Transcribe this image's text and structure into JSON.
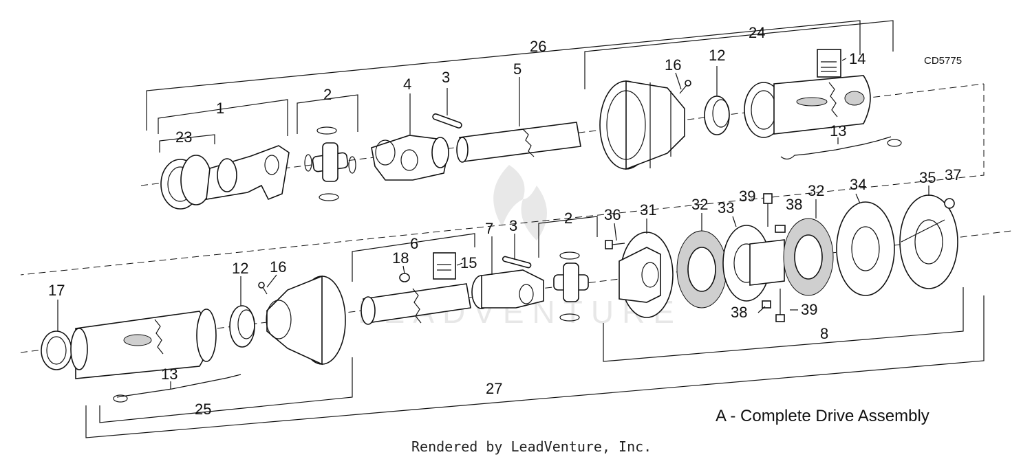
{
  "diagram": {
    "code": "CD5775",
    "caption": "A - Complete Drive Assembly",
    "footer": "Rendered by LeadVenture, Inc.",
    "watermark": "LEADVENTURE",
    "callouts": {
      "c26": "26",
      "c24": "24",
      "c1": "1",
      "c23": "23",
      "c2a": "2",
      "c4": "4",
      "c3a": "3",
      "c5": "5",
      "c16a": "16",
      "c12a": "12",
      "c14": "14",
      "c13a": "13",
      "c17": "17",
      "c12b": "12",
      "c16b": "16",
      "c18": "18",
      "c6": "6",
      "c15": "15",
      "c7": "7",
      "c3b": "3",
      "c2b": "2",
      "c36": "36",
      "c31": "31",
      "c32a": "32",
      "c33": "33",
      "c39a": "39",
      "c38a": "38",
      "c32b": "32",
      "c34": "34",
      "c35": "35",
      "c37": "37",
      "c38b": "38",
      "c39b": "39",
      "c8": "8",
      "c13b": "13",
      "c25": "25",
      "c27": "27"
    }
  }
}
